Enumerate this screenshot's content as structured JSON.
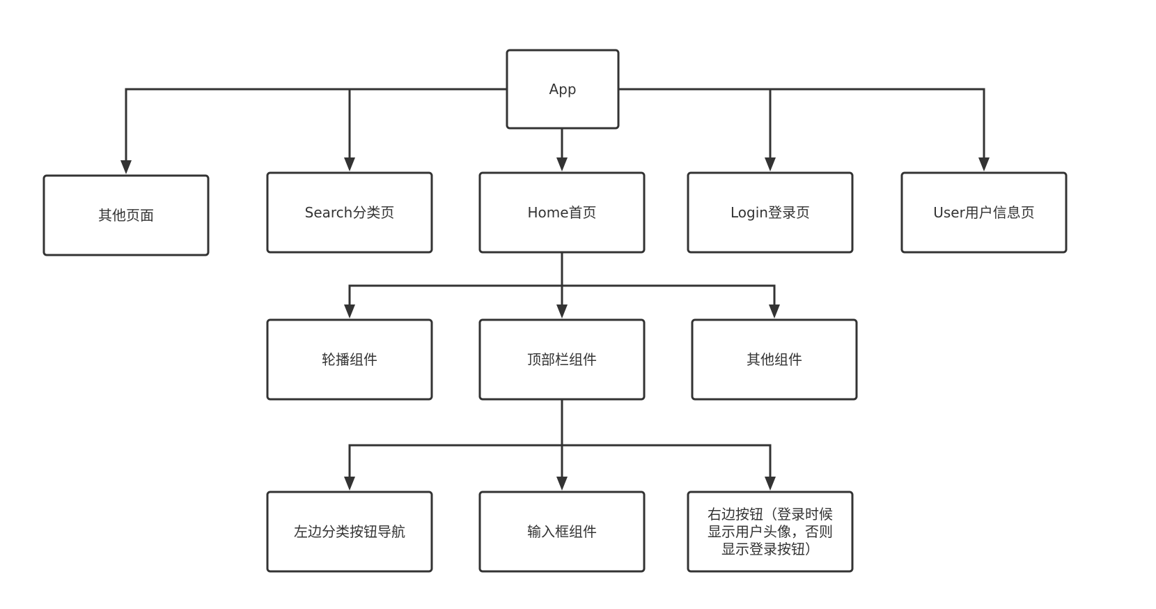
{
  "diagram": {
    "type": "tree",
    "nodes": {
      "app": {
        "label": [
          "App"
        ]
      },
      "other_pages": {
        "label": [
          "其他页面"
        ]
      },
      "search": {
        "label": [
          "Search分类页"
        ]
      },
      "home": {
        "label": [
          "Home首页"
        ]
      },
      "login": {
        "label": [
          "Login登录页"
        ]
      },
      "user": {
        "label": [
          "User用户信息页"
        ]
      },
      "carousel": {
        "label": [
          "轮播组件"
        ]
      },
      "topbar": {
        "label": [
          "顶部栏组件"
        ]
      },
      "other_components": {
        "label": [
          "其他组件"
        ]
      },
      "left_nav": {
        "label": [
          "左边分类按钮导航"
        ]
      },
      "input_box": {
        "label": [
          "输入框组件"
        ]
      },
      "right_button": {
        "label": [
          "右边按钮（登录时候",
          "显示用户头像，否则",
          "显示登录按钮）"
        ]
      }
    },
    "edges": [
      {
        "from": "app",
        "to": "other_pages"
      },
      {
        "from": "app",
        "to": "search"
      },
      {
        "from": "app",
        "to": "home"
      },
      {
        "from": "app",
        "to": "login"
      },
      {
        "from": "app",
        "to": "user"
      },
      {
        "from": "home",
        "to": "carousel"
      },
      {
        "from": "home",
        "to": "topbar"
      },
      {
        "from": "home",
        "to": "other_components"
      },
      {
        "from": "topbar",
        "to": "left_nav"
      },
      {
        "from": "topbar",
        "to": "input_box"
      },
      {
        "from": "topbar",
        "to": "right_button"
      }
    ]
  }
}
